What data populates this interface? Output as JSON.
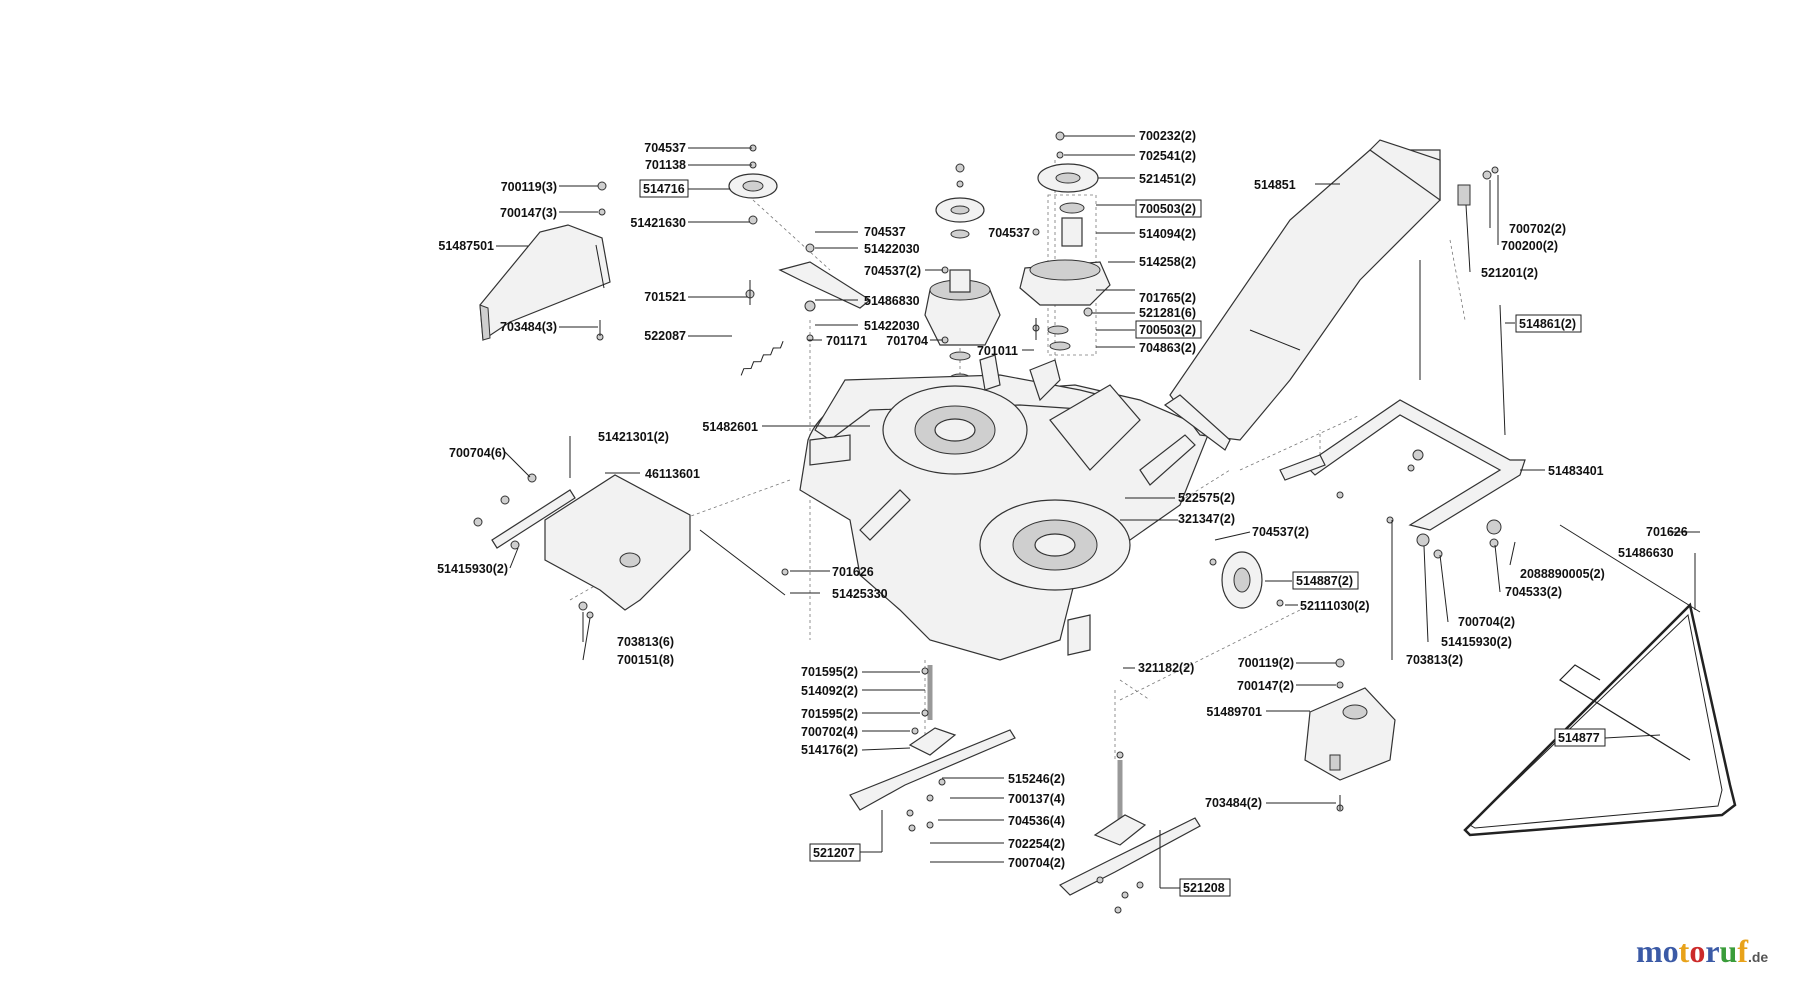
{
  "diagram": {
    "labels": [
      {
        "id": "l1",
        "text": "704537",
        "boxed": false
      },
      {
        "id": "l2",
        "text": "701138",
        "boxed": false
      },
      {
        "id": "l3",
        "text": "514716",
        "boxed": true
      },
      {
        "id": "l4",
        "text": "51421630",
        "boxed": false
      },
      {
        "id": "l5",
        "text": "700119(3)",
        "boxed": false
      },
      {
        "id": "l6",
        "text": "700147(3)",
        "boxed": false
      },
      {
        "id": "l7",
        "text": "51487501",
        "boxed": false
      },
      {
        "id": "l8",
        "text": "703484(3)",
        "boxed": false
      },
      {
        "id": "l9",
        "text": "701521",
        "boxed": false
      },
      {
        "id": "l10",
        "text": "522087",
        "boxed": false
      },
      {
        "id": "l11",
        "text": "701171",
        "boxed": false
      },
      {
        "id": "l12",
        "text": "704537",
        "boxed": false
      },
      {
        "id": "l13",
        "text": "51422030",
        "boxed": false
      },
      {
        "id": "l14",
        "text": "704537(2)",
        "boxed": false
      },
      {
        "id": "l15",
        "text": "51486830",
        "boxed": false
      },
      {
        "id": "l16",
        "text": "51422030",
        "boxed": false
      },
      {
        "id": "l17",
        "text": "701704",
        "boxed": false
      },
      {
        "id": "l18",
        "text": "704537",
        "boxed": false
      },
      {
        "id": "l19",
        "text": "701011",
        "boxed": false
      },
      {
        "id": "l20",
        "text": "700232(2)",
        "boxed": false
      },
      {
        "id": "l21",
        "text": "702541(2)",
        "boxed": false
      },
      {
        "id": "l22",
        "text": "521451(2)",
        "boxed": false
      },
      {
        "id": "l23",
        "text": "700503(2)",
        "boxed": true
      },
      {
        "id": "l24",
        "text": "514094(2)",
        "boxed": false
      },
      {
        "id": "l25",
        "text": "514258(2)",
        "boxed": false
      },
      {
        "id": "l26",
        "text": "701765(2)",
        "boxed": false
      },
      {
        "id": "l27",
        "text": "521281(6)",
        "boxed": false
      },
      {
        "id": "l28",
        "text": "700503(2)",
        "boxed": true
      },
      {
        "id": "l29",
        "text": "704863(2)",
        "boxed": false
      },
      {
        "id": "l30",
        "text": "514851",
        "boxed": false
      },
      {
        "id": "l31",
        "text": "700702(2)",
        "boxed": false
      },
      {
        "id": "l32",
        "text": "700200(2)",
        "boxed": false
      },
      {
        "id": "l33",
        "text": "521201(2)",
        "boxed": false
      },
      {
        "id": "l34",
        "text": "514861(2)",
        "boxed": true
      },
      {
        "id": "l35",
        "text": "51482601",
        "boxed": false
      },
      {
        "id": "l36",
        "text": "51483401",
        "boxed": false
      },
      {
        "id": "l37",
        "text": "51421301(2)",
        "boxed": false
      },
      {
        "id": "l38",
        "text": "700704(6)",
        "boxed": false
      },
      {
        "id": "l39",
        "text": "46113601",
        "boxed": false
      },
      {
        "id": "l40",
        "text": "51415930(2)",
        "boxed": false
      },
      {
        "id": "l41",
        "text": "701626",
        "boxed": false
      },
      {
        "id": "l42",
        "text": "51425330",
        "boxed": false
      },
      {
        "id": "l43",
        "text": "703813(6)",
        "boxed": false
      },
      {
        "id": "l44",
        "text": "700151(8)",
        "boxed": false
      },
      {
        "id": "l45",
        "text": "522575(2)",
        "boxed": false
      },
      {
        "id": "l46",
        "text": "321347(2)",
        "boxed": false
      },
      {
        "id": "l47",
        "text": "704537(2)",
        "boxed": false
      },
      {
        "id": "l48",
        "text": "514887(2)",
        "boxed": true
      },
      {
        "id": "l49",
        "text": "52111030(2)",
        "boxed": false
      },
      {
        "id": "l50",
        "text": "701626",
        "boxed": false
      },
      {
        "id": "l51",
        "text": "51486630",
        "boxed": false
      },
      {
        "id": "l52",
        "text": "2088890005(2)",
        "boxed": false
      },
      {
        "id": "l53",
        "text": "704533(2)",
        "boxed": false
      },
      {
        "id": "l54",
        "text": "700704(2)",
        "boxed": false
      },
      {
        "id": "l55",
        "text": "51415930(2)",
        "boxed": false
      },
      {
        "id": "l56",
        "text": "703813(2)",
        "boxed": false
      },
      {
        "id": "l57",
        "text": "321182(2)",
        "boxed": false
      },
      {
        "id": "l58",
        "text": "700119(2)",
        "boxed": false
      },
      {
        "id": "l59",
        "text": "700147(2)",
        "boxed": false
      },
      {
        "id": "l60",
        "text": "51489701",
        "boxed": false
      },
      {
        "id": "l61",
        "text": "703484(2)",
        "boxed": false
      },
      {
        "id": "l62",
        "text": "514877",
        "boxed": true
      },
      {
        "id": "l63",
        "text": "701595(2)",
        "boxed": false
      },
      {
        "id": "l64",
        "text": "514092(2)",
        "boxed": false
      },
      {
        "id": "l65",
        "text": "701595(2)",
        "boxed": false
      },
      {
        "id": "l66",
        "text": "700702(4)",
        "boxed": false
      },
      {
        "id": "l67",
        "text": "514176(2)",
        "boxed": false
      },
      {
        "id": "l68",
        "text": "515246(2)",
        "boxed": false
      },
      {
        "id": "l69",
        "text": "700137(4)",
        "boxed": false
      },
      {
        "id": "l70",
        "text": "704536(4)",
        "boxed": false
      },
      {
        "id": "l71",
        "text": "702254(2)",
        "boxed": false
      },
      {
        "id": "l72",
        "text": "700704(2)",
        "boxed": false
      },
      {
        "id": "l73",
        "text": "521207",
        "boxed": true
      },
      {
        "id": "l74",
        "text": "521208",
        "boxed": true
      }
    ]
  },
  "logo": {
    "letters": [
      "m",
      "o",
      "t",
      "o",
      "r",
      "u",
      "f"
    ],
    "colors": [
      "#3b5aa6",
      "#3b5aa6",
      "#e8a21a",
      "#cc2a2a",
      "#3b5aa6",
      "#3a9c3a",
      "#e8a21a"
    ],
    "suffix": ".de"
  }
}
